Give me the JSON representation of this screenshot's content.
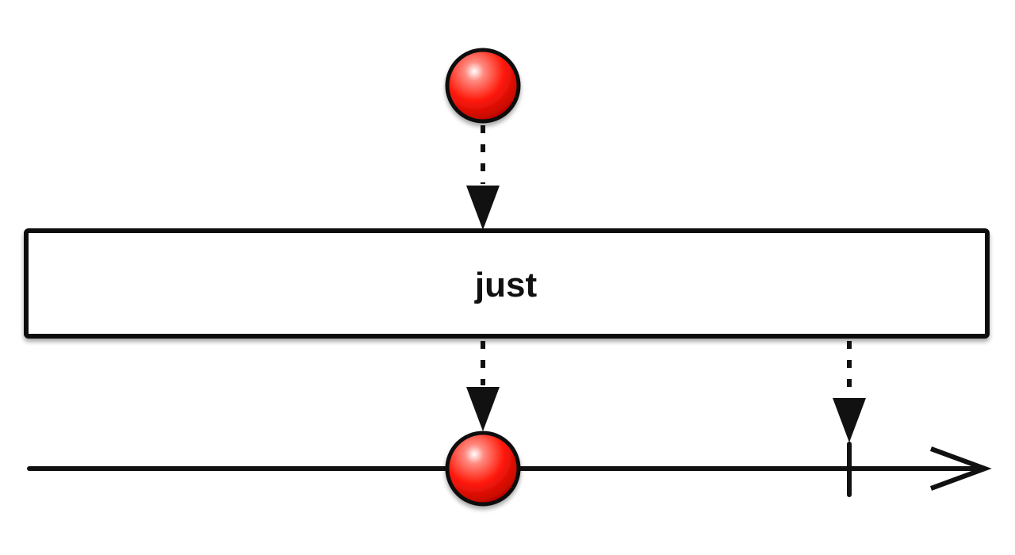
{
  "operator": {
    "label": "just"
  },
  "colors": {
    "item": "#ff0000",
    "stroke": "#111111",
    "background": "#ffffff"
  },
  "input": {
    "items": 1
  },
  "output": {
    "items": 1,
    "completes": true
  }
}
